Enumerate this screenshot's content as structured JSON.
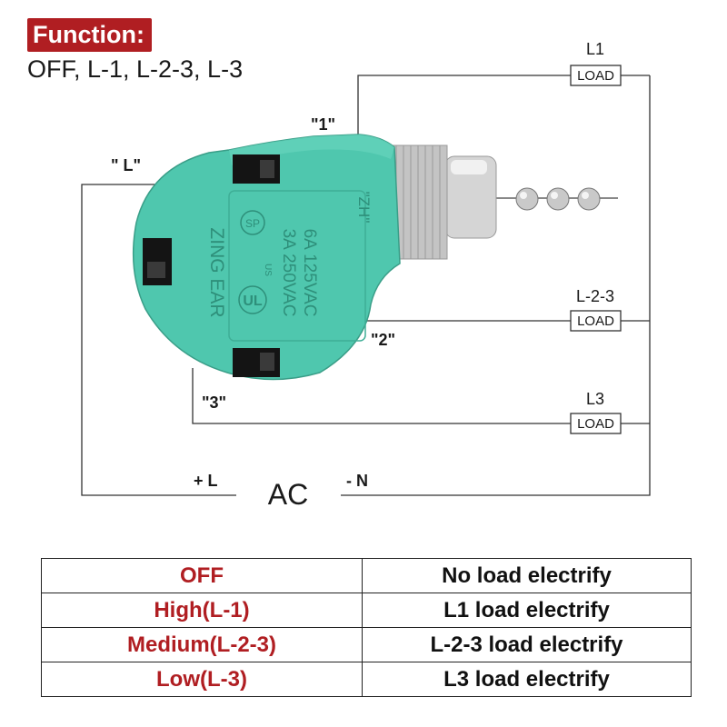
{
  "header": {
    "function_label": "Function:",
    "function_values": "OFF, L-1, L-2-3, L-3"
  },
  "diagram": {
    "terminal_L": "\" L\"",
    "terminal_1": "\"1\"",
    "terminal_2": "\"2\"",
    "terminal_3": "\"3\"",
    "load_box_text": "LOAD",
    "load_L1_label": "L1",
    "load_L23_label": "L-2-3",
    "load_L3_label": "L3",
    "ac_label": "AC",
    "ac_plus": "+ L",
    "ac_minus": "- N",
    "switch_brand": "ZING EAR",
    "switch_rating1": "3A  250VAC",
    "switch_rating2": "6A  125VAC",
    "switch_ul": "US",
    "switch_cert": "SP",
    "switch_side_mark": "\"ZH\"",
    "colors": {
      "switch_body": "#4fc7ae",
      "wire": "#333333",
      "accent": "#b01e22"
    }
  },
  "table": {
    "rows": [
      {
        "mode": "OFF",
        "result": "No load electrify"
      },
      {
        "mode": "High(L-1)",
        "result": "L1 load electrify"
      },
      {
        "mode": "Medium(L-2-3)",
        "result": "L-2-3 load electrify"
      },
      {
        "mode": "Low(L-3)",
        "result": "L3 load electrify"
      }
    ]
  }
}
